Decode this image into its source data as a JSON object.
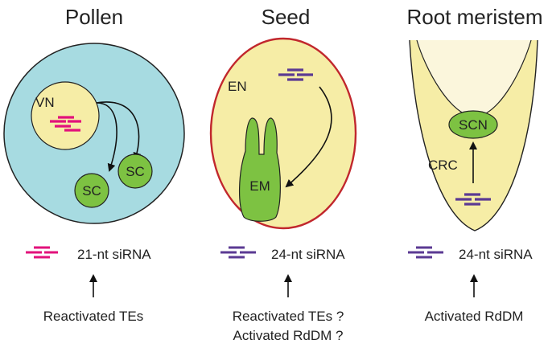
{
  "colors": {
    "pollen_bg": "#a7dbe1",
    "nucleus_fill": "#f6eda6",
    "cell_green": "#7dc242",
    "seed_border": "#c1272d",
    "siRNA_21nt": "#e2127b",
    "siRNA_24nt": "#5b3a93"
  },
  "panels": {
    "pollen": {
      "title": "Pollen",
      "vn_label": "VN",
      "sc1_label": "SC",
      "sc2_label": "SC",
      "legend_label": "21-nt siRNA",
      "caption": "Reactivated TEs"
    },
    "seed": {
      "title": "Seed",
      "en_label": "EN",
      "em_label": "EM",
      "legend_label": "24-nt siRNA",
      "caption_line1": "Reactivated TEs ?",
      "caption_line2": "Activated RdDM ?"
    },
    "root": {
      "title": "Root meristem",
      "scn_label": "SCN",
      "crc_label": "CRC",
      "legend_label": "24-nt siRNA",
      "caption": "Activated RdDM"
    }
  }
}
